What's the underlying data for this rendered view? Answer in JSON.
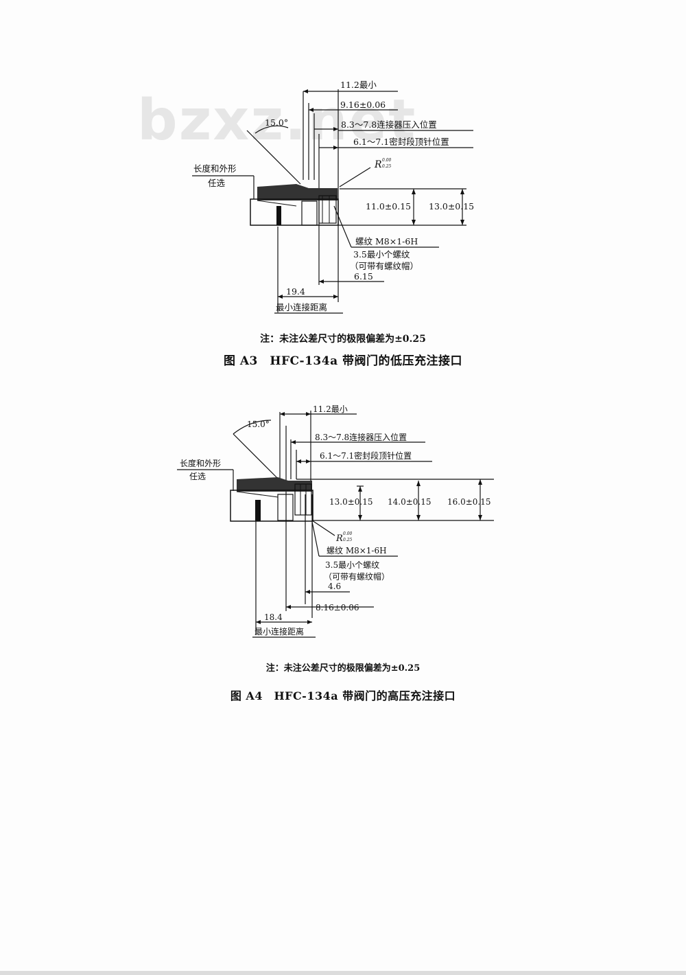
{
  "watermark": "bzxz.net",
  "figure_a3": {
    "dims": {
      "d1": "11.2最小",
      "d2": "9.16±0.06",
      "d3": "8.3～7.8连接器压入位置",
      "d4": "6.1～7.1密封段顶针位置",
      "angle": "15.0°",
      "length_label_1": "长度和外形",
      "length_label_2": "任选",
      "radius": "R",
      "radius_sup": "0.00",
      "radius_sub": "0.25",
      "h1": "11.0±0.15",
      "h2": "13.0±0.15",
      "thread": "螺纹 M8×1-6H",
      "thread_min": "3.5最小个螺纹",
      "thread_cap": "（可带有螺纹帽）",
      "d_bottom_small": "6.15",
      "d_bottom_big": "19.4",
      "min_dist": "最小连接距离"
    },
    "note": "注：未注公差尺寸的极限偏差为±0.25",
    "caption": "图 A3　HFC-134a 带阀门的低压充注接口"
  },
  "figure_a4": {
    "dims": {
      "d1": "11.2最小",
      "d3": "8.3～7.8连接器压入位置",
      "d4": "6.1～7.1密封段顶针位置",
      "angle": "15.0°",
      "length_label_1": "长度和外形",
      "length_label_2": "任选",
      "h1": "13.0±0.15",
      "h2": "14.0±0.15",
      "h3": "16.0±0.15",
      "radius": "R",
      "radius_sup": "0.00",
      "radius_sub": "0.25",
      "thread": "螺纹 M8×1-6H",
      "thread_min": "3.5最小个螺纹",
      "thread_cap": "（可带有螺纹帽）",
      "d_small": "4.6",
      "d_mid": "8.16±0.06",
      "d_big": "18.4",
      "min_dist": "最小连接距离"
    },
    "note": "注：未注公差尺寸的极限偏差为±0.25",
    "caption": "图 A4　HFC-134a 带阀门的高压充注接口"
  }
}
